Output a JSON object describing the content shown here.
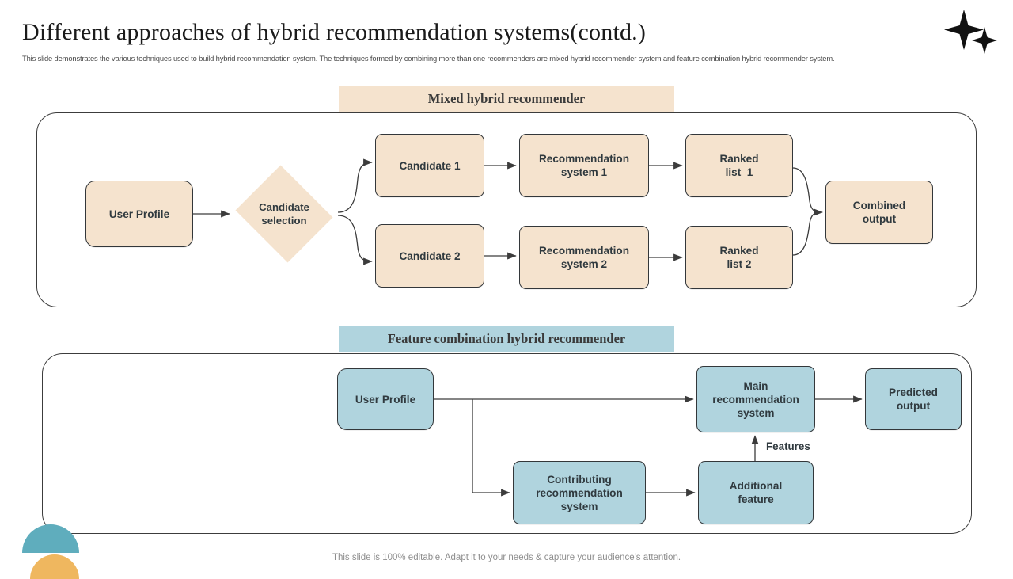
{
  "slide": {
    "title": "Different approaches of  hybrid recommendation systems(contd.)",
    "subtitle": "This slide demonstrates the various techniques used to build hybrid recommendation system. The techniques formed by combining more than one recommenders are mixed hybrid recommender system and feature combination hybrid recommender system.",
    "footer_note": "This slide is 100% editable. Adapt it to your needs & capture your audience's attention."
  },
  "colors": {
    "beige_fill": "#f5e3ce",
    "blue_fill": "#b0d4de",
    "node_border": "#33373a",
    "teal_accent": "#5fadbd",
    "orange_accent": "#efb75f",
    "text": "#303a3f"
  },
  "sections": [
    {
      "id": "mixed",
      "band_label": "Mixed hybrid recommender",
      "band_color": "#f5e3ce",
      "nodes": [
        {
          "id": "user-profile",
          "label": "User Profile",
          "shape": "rounded-rect",
          "fill": "#f5e3ce"
        },
        {
          "id": "candidate-selection",
          "label": "Candidate\nselection",
          "shape": "diamond",
          "fill": "#f5e3ce"
        },
        {
          "id": "candidate-1",
          "label": "Candidate 1",
          "shape": "rounded-rect",
          "fill": "#f5e3ce"
        },
        {
          "id": "candidate-2",
          "label": "Candidate 2",
          "shape": "rounded-rect",
          "fill": "#f5e3ce"
        },
        {
          "id": "recommendation-system-1",
          "label": "Recommendation\nsystem 1",
          "shape": "rounded-rect",
          "fill": "#f5e3ce"
        },
        {
          "id": "recommendation-system-2",
          "label": "Recommendation\nsystem 2",
          "shape": "rounded-rect",
          "fill": "#f5e3ce"
        },
        {
          "id": "ranked-list-1",
          "label": "Ranked\nlist  1",
          "shape": "rounded-rect",
          "fill": "#f5e3ce"
        },
        {
          "id": "ranked-list-2",
          "label": "Ranked\nlist 2",
          "shape": "rounded-rect",
          "fill": "#f5e3ce"
        },
        {
          "id": "combined-output",
          "label": "Combined\noutput",
          "shape": "rounded-rect",
          "fill": "#f5e3ce"
        }
      ],
      "edges": [
        {
          "from": "user-profile",
          "to": "candidate-selection",
          "label": ""
        },
        {
          "from": "candidate-selection",
          "to": "candidate-1",
          "label": ""
        },
        {
          "from": "candidate-selection",
          "to": "candidate-2",
          "label": ""
        },
        {
          "from": "candidate-1",
          "to": "recommendation-system-1",
          "label": ""
        },
        {
          "from": "candidate-2",
          "to": "recommendation-system-2",
          "label": ""
        },
        {
          "from": "recommendation-system-1",
          "to": "ranked-list-1",
          "label": ""
        },
        {
          "from": "recommendation-system-2",
          "to": "ranked-list-2",
          "label": ""
        },
        {
          "from": "ranked-list-1",
          "to": "combined-output",
          "label": ""
        },
        {
          "from": "ranked-list-2",
          "to": "combined-output",
          "label": ""
        }
      ]
    },
    {
      "id": "feature-combination",
      "band_label": "Feature combination hybrid recommender",
      "band_color": "#b0d4de",
      "nodes": [
        {
          "id": "user-profile-2",
          "label": "User Profile",
          "shape": "rounded-rect",
          "fill": "#b0d4de"
        },
        {
          "id": "main-recommendation-system",
          "label": "Main\nrecommendation\nsystem",
          "shape": "rounded-rect",
          "fill": "#b0d4de"
        },
        {
          "id": "predicted-output",
          "label": "Predicted\noutput",
          "shape": "rounded-rect",
          "fill": "#b0d4de"
        },
        {
          "id": "contributing-recommendation-system",
          "label": "Contributing\nrecommendation\nsystem",
          "shape": "rounded-rect",
          "fill": "#b0d4de"
        },
        {
          "id": "additional-feature",
          "label": "Additional\nfeature",
          "shape": "rounded-rect",
          "fill": "#b0d4de"
        }
      ],
      "edges": [
        {
          "from": "user-profile-2",
          "to": "main-recommendation-system",
          "label": ""
        },
        {
          "from": "user-profile-2",
          "to": "contributing-recommendation-system",
          "label": ""
        },
        {
          "from": "main-recommendation-system",
          "to": "predicted-output",
          "label": ""
        },
        {
          "from": "contributing-recommendation-system",
          "to": "additional-feature",
          "label": ""
        },
        {
          "from": "additional-feature",
          "to": "main-recommendation-system",
          "label": "Features"
        }
      ]
    }
  ],
  "labels": {
    "features": "Features"
  }
}
